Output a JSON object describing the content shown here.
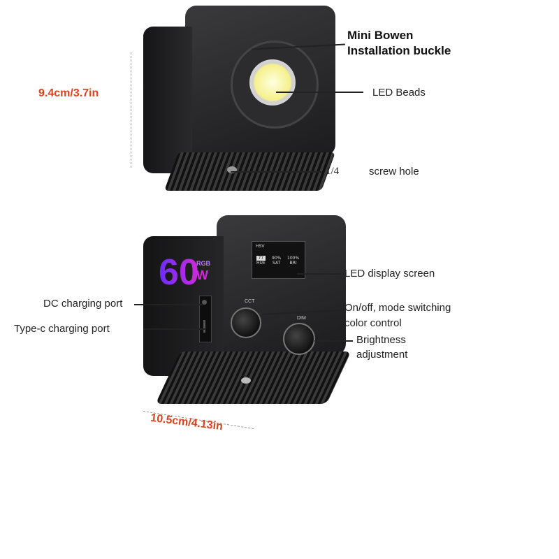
{
  "dimensions": {
    "height": "9.4cm/3.7in",
    "width": "10.5cm/4.13in"
  },
  "callouts": {
    "bowen_line1": "Mini Bowen",
    "bowen_line2": "Installation buckle",
    "led_beads": "LED Beads",
    "screw_fraction": "1/4",
    "screw_hole": "screw hole",
    "display": "LED display screen",
    "dc_port": "DC charging port",
    "typec_port": "Type-c charging port",
    "onoff_line1": "On/off, mode switching",
    "onoff_line2": "color control",
    "brightness_line1": "Brightness",
    "brightness_line2": "adjustment"
  },
  "device": {
    "power_label": "60",
    "power_unit": "W",
    "rgb_badge": "RGB",
    "screen": {
      "mode": "HSV",
      "hue": "77",
      "hue_label": "HUE",
      "sat": "90%",
      "sat_label": "SAT",
      "bri": "100%",
      "bri_label": "BRI"
    },
    "knob1_label": "CCT",
    "knob2_label": "DIM"
  },
  "colors": {
    "dimension_text": "#d9431e",
    "body": "#1f1f21",
    "power_gradient": [
      "#6a2cff",
      "#d12ad8"
    ]
  }
}
